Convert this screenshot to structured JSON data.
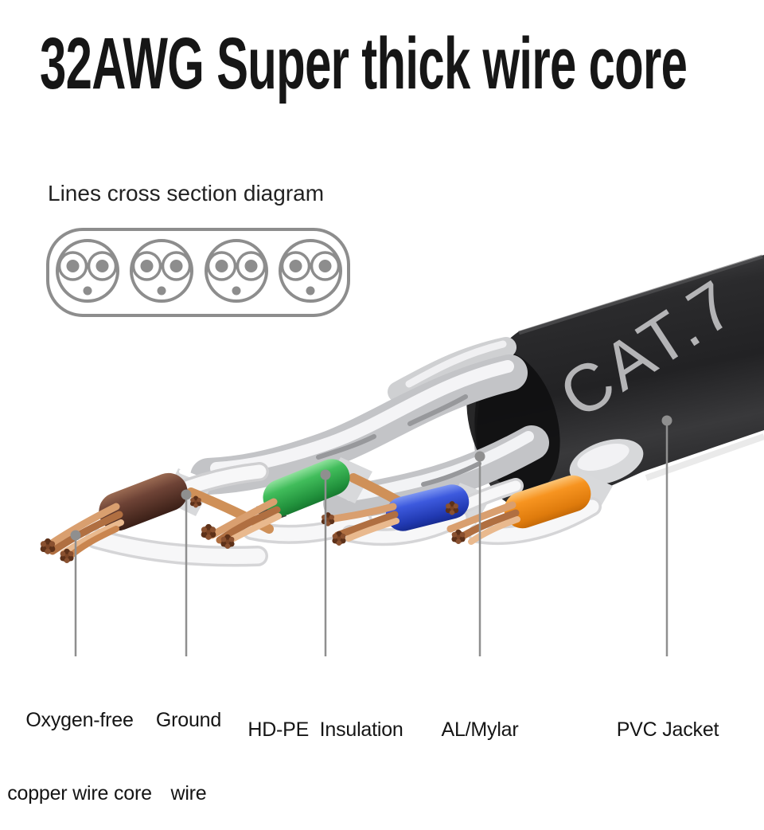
{
  "title": "32AWG Super thick wire core",
  "cross_section": {
    "caption": "Lines cross section diagram",
    "twisted_pairs": 4
  },
  "cable": {
    "print_label": "CAT.7"
  },
  "callouts": [
    {
      "lines": [
        "Oxygen-free",
        "copper wire core"
      ]
    },
    {
      "lines": [
        "Ground",
        "wire"
      ]
    },
    {
      "lines": [
        "HD-PE  Insulation"
      ]
    },
    {
      "lines": [
        "AL/Mylar"
      ]
    },
    {
      "lines": [
        "PVC Jacket"
      ]
    }
  ],
  "colors": {
    "jacket": "#242426",
    "cable_print": "#b4b4b6",
    "foil": "#c3c4c7",
    "foil_highlight": "#f4f4f6",
    "copper": "#c9854f",
    "copper_tip": "#7c4526",
    "pair_brown": "#6e4336",
    "pair_green": "#41bd5b",
    "pair_blue": "#3d5ade",
    "pair_orange": "#f79420",
    "white_wire": "#f7f7f8",
    "leader": "#8f8f8f",
    "diagram_stroke": "#8d8d8d",
    "title_text": "#161616"
  }
}
